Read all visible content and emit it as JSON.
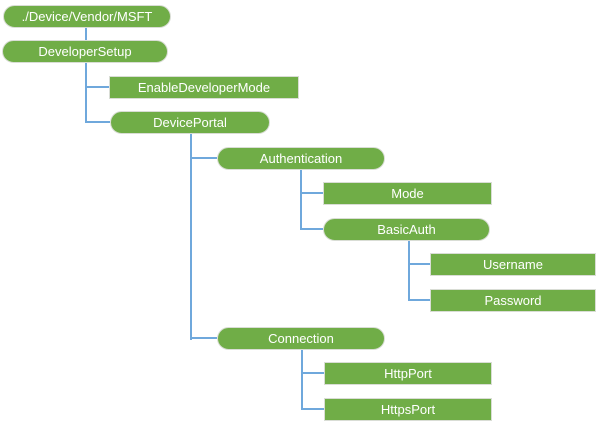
{
  "diagram": {
    "type": "tree",
    "colors": {
      "node_fill": "#70AD47",
      "node_border": "#D9DDD5",
      "node_text": "#FFFFFF",
      "connector": "#6FA8DC",
      "background": "#FFFFFF"
    },
    "nodes": [
      {
        "id": "root",
        "label": "./Device/Vendor/MSFT",
        "shape": "pill",
        "parent": null
      },
      {
        "id": "developer-setup",
        "label": "DeveloperSetup",
        "shape": "pill",
        "parent": "root"
      },
      {
        "id": "enable-developer-mode",
        "label": "EnableDeveloperMode",
        "shape": "rect",
        "parent": "developer-setup"
      },
      {
        "id": "device-portal",
        "label": "DevicePortal",
        "shape": "pill",
        "parent": "developer-setup"
      },
      {
        "id": "authentication",
        "label": "Authentication",
        "shape": "pill",
        "parent": "device-portal"
      },
      {
        "id": "mode",
        "label": "Mode",
        "shape": "rect",
        "parent": "authentication"
      },
      {
        "id": "basic-auth",
        "label": "BasicAuth",
        "shape": "pill",
        "parent": "authentication"
      },
      {
        "id": "username",
        "label": "Username",
        "shape": "rect",
        "parent": "basic-auth"
      },
      {
        "id": "password",
        "label": "Password",
        "shape": "rect",
        "parent": "basic-auth"
      },
      {
        "id": "connection",
        "label": "Connection",
        "shape": "pill",
        "parent": "device-portal"
      },
      {
        "id": "http-port",
        "label": "HttpPort",
        "shape": "rect",
        "parent": "connection"
      },
      {
        "id": "https-port",
        "label": "HttpsPort",
        "shape": "rect",
        "parent": "connection"
      }
    ]
  }
}
